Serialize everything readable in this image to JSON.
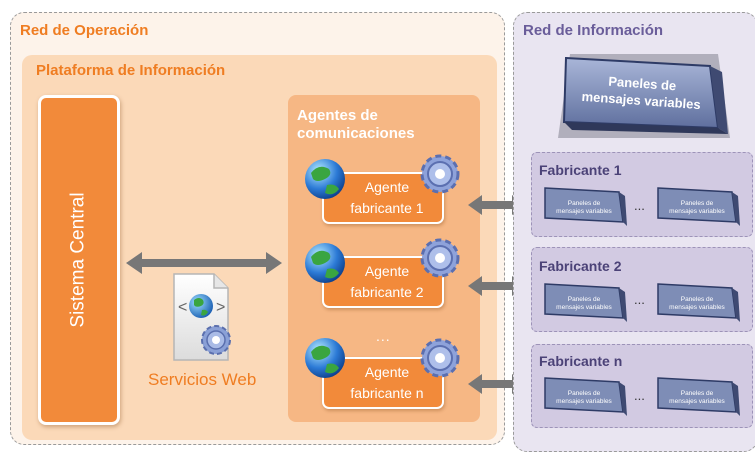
{
  "operation_network": {
    "title": "Red de Operación",
    "platform": {
      "title": "Plataforma de Información",
      "central_system": "Sistema Central",
      "web_services": "Servicios Web",
      "agents": {
        "title": "Agentes de comunicaciones",
        "items": [
          {
            "label": "Agente\nfabricante 1"
          },
          {
            "label": "Agente\nfabricante 2"
          },
          {
            "label": "Agente\nfabricante n"
          }
        ],
        "ellipsis": "..."
      }
    }
  },
  "information_network": {
    "title": "Red de Información",
    "main_panel": "Paneles de mensajes variables",
    "manufacturers": [
      {
        "title": "Fabricante 1",
        "panel_label": "Paneles de mensajes variables",
        "ellipsis": "..."
      },
      {
        "title": "Fabricante 2",
        "panel_label": "Paneles de mensajes variables",
        "ellipsis": "..."
      },
      {
        "title": "Fabricante n",
        "panel_label": "Paneles de mensajes variables",
        "ellipsis": "..."
      }
    ]
  },
  "colors": {
    "orange": "#f28a3a",
    "orange_title": "#ef7d22",
    "purple_title": "#4b4277",
    "arrow": "#777777",
    "panel_face": "#7e8db6"
  }
}
